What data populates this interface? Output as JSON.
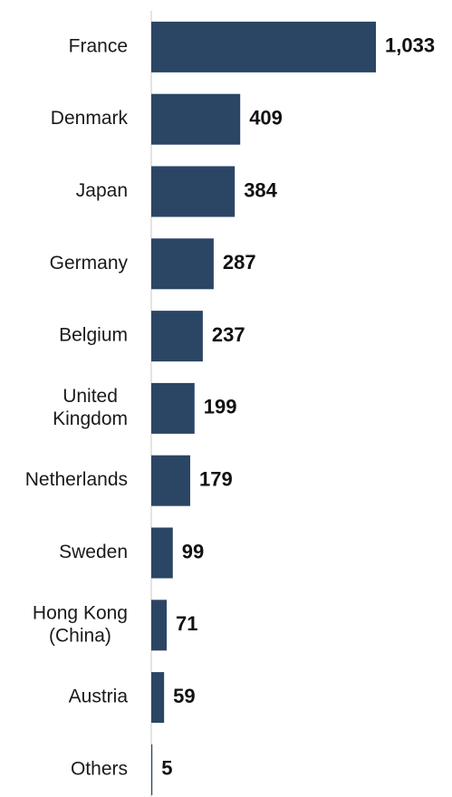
{
  "chart_data": {
    "type": "bar",
    "orientation": "horizontal",
    "categories": [
      [
        "France"
      ],
      [
        "Denmark"
      ],
      [
        "Japan"
      ],
      [
        "Germany"
      ],
      [
        "Belgium"
      ],
      [
        "United",
        "Kingdom"
      ],
      [
        "Netherlands"
      ],
      [
        "Sweden"
      ],
      [
        "Hong Kong",
        "(China)"
      ],
      [
        "Austria"
      ],
      [
        "Others"
      ]
    ],
    "values": [
      1033,
      409,
      384,
      287,
      237,
      199,
      179,
      99,
      71,
      59,
      5
    ],
    "value_labels": [
      "1,033",
      "409",
      "384",
      "287",
      "237",
      "199",
      "179",
      "99",
      "71",
      "59",
      "5"
    ],
    "title": "",
    "xlabel": "",
    "ylabel": "",
    "xlim": [
      0,
      1033
    ],
    "grid": false,
    "legend": "none",
    "colors": {
      "bar": "#2b4565",
      "axis": "#c8c8c8"
    }
  }
}
